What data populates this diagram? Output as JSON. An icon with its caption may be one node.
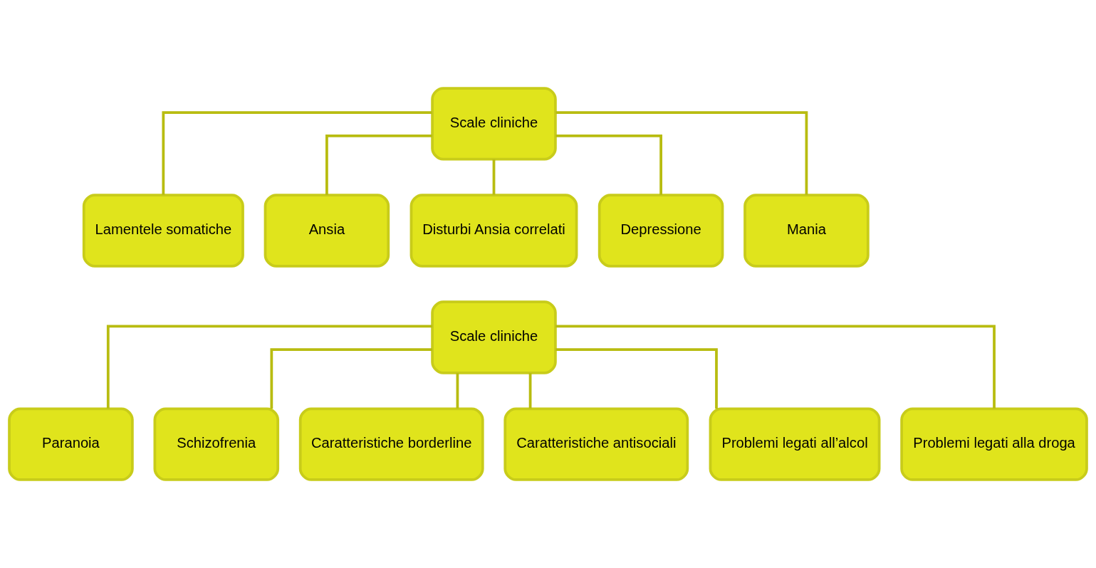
{
  "diagram": {
    "nodes": [
      {
        "text": [
          "Scale cliniche"
        ]
      },
      {
        "text": [
          "Lamentele somatiche"
        ]
      },
      {
        "text": [
          "Ansia"
        ]
      },
      {
        "text": [
          "Disturbi Ansia correlati"
        ]
      },
      {
        "text": [
          "Depressione"
        ]
      },
      {
        "text": [
          "Mania"
        ]
      },
      {
        "text": [
          "Scale cliniche"
        ]
      },
      {
        "text": [
          "Paranoia"
        ]
      },
      {
        "text": [
          "Schizofrenia"
        ]
      },
      {
        "text": [
          "Caratteristiche borderline"
        ]
      },
      {
        "text": [
          "Caratteristiche antisociali"
        ]
      },
      {
        "text": [
          "Problemi legati all’alcol"
        ]
      },
      {
        "text": [
          "Problemi legati alla droga"
        ]
      }
    ],
    "edges": [
      {
        "from": 0,
        "to": 1,
        "arrow": "none"
      },
      {
        "from": 0,
        "to": 2,
        "arrow": "none"
      },
      {
        "from": 0,
        "to": 3,
        "arrow": "none"
      },
      {
        "from": 0,
        "to": 4,
        "arrow": "none"
      },
      {
        "from": 0,
        "to": 5,
        "arrow": "none"
      },
      {
        "from": 6,
        "to": 7,
        "arrow": "none"
      },
      {
        "from": 6,
        "to": 8,
        "arrow": "none"
      },
      {
        "from": 6,
        "to": 9,
        "arrow": "none"
      },
      {
        "from": 6,
        "to": 10,
        "arrow": "none"
      },
      {
        "from": 6,
        "to": 11,
        "arrow": "none"
      },
      {
        "from": 6,
        "to": 12,
        "arrow": "none"
      }
    ]
  }
}
